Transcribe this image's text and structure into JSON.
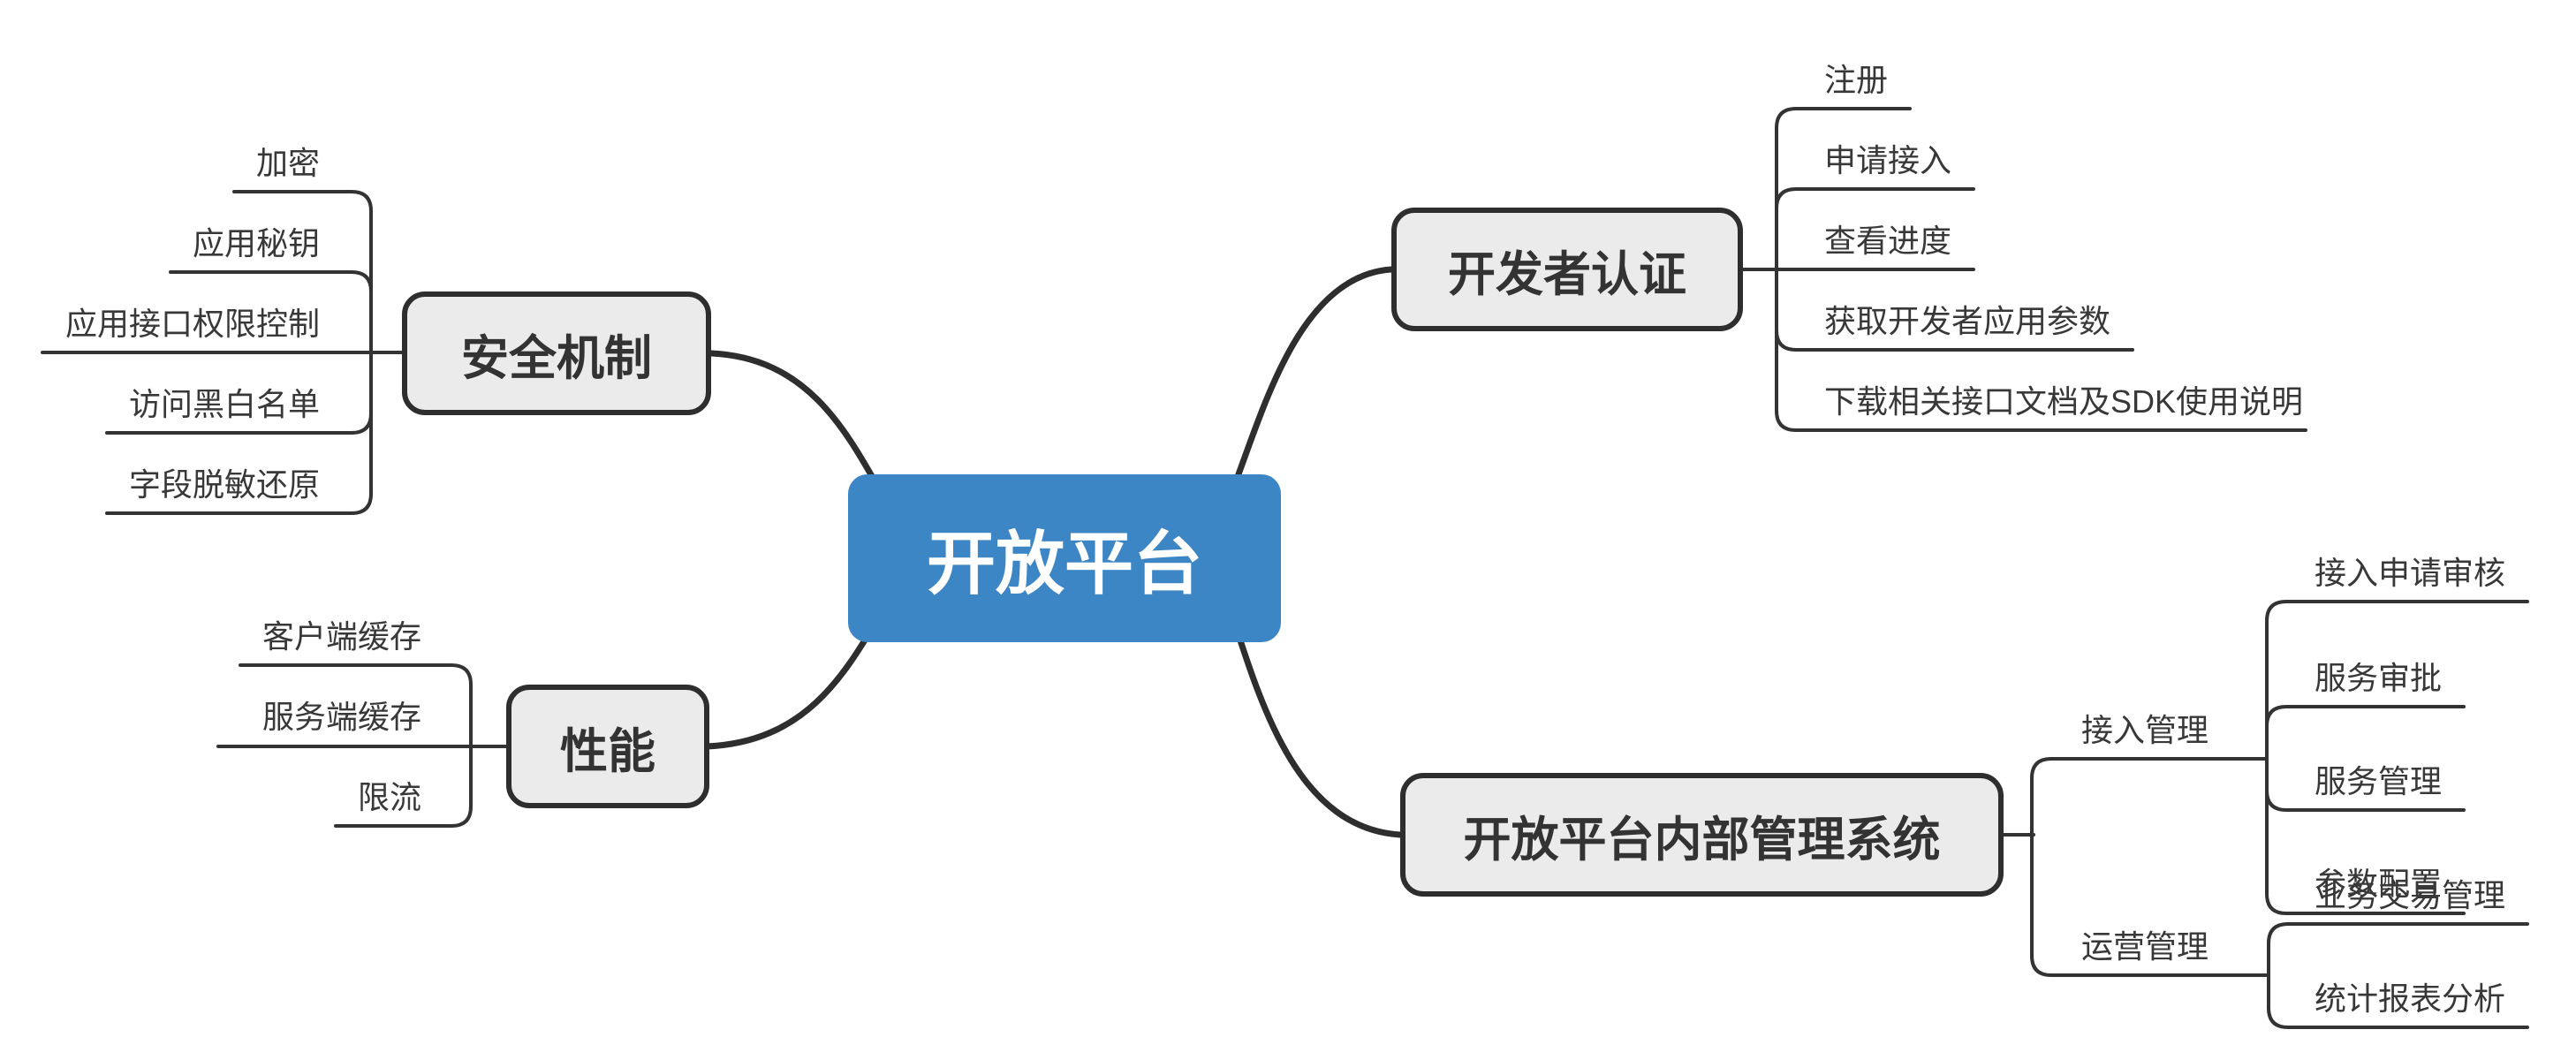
{
  "mindmap": {
    "root": {
      "label": "开放平台"
    },
    "branches": [
      {
        "label": "安全机制",
        "children": [
          {
            "label": "加密"
          },
          {
            "label": "应用秘钥"
          },
          {
            "label": "应用接口权限控制"
          },
          {
            "label": "访问黑白名单"
          },
          {
            "label": "字段脱敏还原"
          }
        ]
      },
      {
        "label": "性能",
        "children": [
          {
            "label": "客户端缓存"
          },
          {
            "label": "服务端缓存"
          },
          {
            "label": "限流"
          }
        ]
      },
      {
        "label": "开发者认证",
        "children": [
          {
            "label": "注册"
          },
          {
            "label": "申请接入"
          },
          {
            "label": "查看进度"
          },
          {
            "label": "获取开发者应用参数"
          },
          {
            "label": "下载相关接口文档及SDK使用说明"
          }
        ]
      },
      {
        "label": "开放平台内部管理系统",
        "children": [
          {
            "label": "接入管理",
            "children": [
              {
                "label": "接入申请审核"
              },
              {
                "label": "服务审批"
              },
              {
                "label": "服务管理"
              },
              {
                "label": "参数配置"
              }
            ]
          },
          {
            "label": "运营管理",
            "children": [
              {
                "label": "业务交易管理"
              },
              {
                "label": "统计报表分析"
              }
            ]
          }
        ]
      }
    ],
    "colors": {
      "root_fill": "#3C86C5",
      "root_text": "#FFFFFF",
      "branch_fill": "#EBEBEB",
      "branch_border": "#2E2E2E",
      "line": "#333333",
      "leaf_text": "#383838",
      "background": "#FFFFFF"
    }
  }
}
